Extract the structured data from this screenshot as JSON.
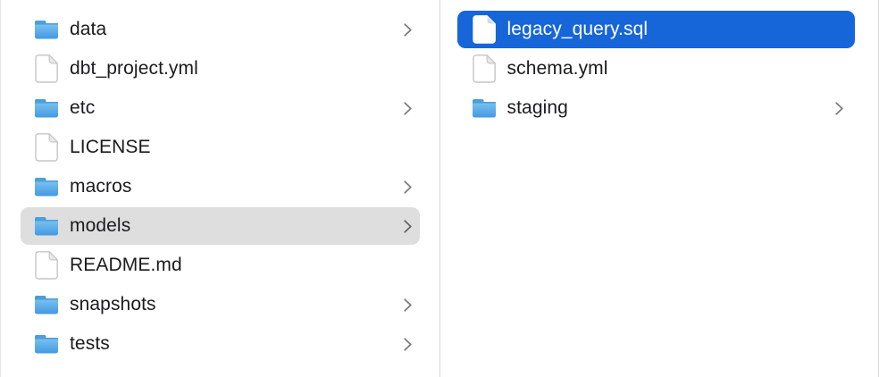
{
  "app": {
    "name": "file-browser-column-view"
  },
  "columns": [
    {
      "name": "models-parent",
      "items": [
        {
          "label": "data",
          "type": "folder",
          "has_chevron": true,
          "selected": false
        },
        {
          "label": "dbt_project.yml",
          "type": "file",
          "has_chevron": false,
          "selected": false
        },
        {
          "label": "etc",
          "type": "folder",
          "has_chevron": true,
          "selected": false
        },
        {
          "label": "LICENSE",
          "type": "file",
          "has_chevron": false,
          "selected": false
        },
        {
          "label": "macros",
          "type": "folder",
          "has_chevron": true,
          "selected": false
        },
        {
          "label": "models",
          "type": "folder",
          "has_chevron": true,
          "selected": true,
          "selection_style": "inactive"
        },
        {
          "label": "README.md",
          "type": "file",
          "has_chevron": false,
          "selected": false
        },
        {
          "label": "snapshots",
          "type": "folder",
          "has_chevron": true,
          "selected": false
        },
        {
          "label": "tests",
          "type": "folder",
          "has_chevron": true,
          "selected": false
        }
      ]
    },
    {
      "name": "models-contents",
      "items": [
        {
          "label": "legacy_query.sql",
          "type": "file",
          "has_chevron": false,
          "selected": true,
          "selection_style": "active"
        },
        {
          "label": "schema.yml",
          "type": "file",
          "has_chevron": false,
          "selected": false
        },
        {
          "label": "staging",
          "type": "folder",
          "has_chevron": true,
          "selected": false
        }
      ]
    }
  ],
  "colors": {
    "background": "#ffffff",
    "selection_active_bg": "#1666d9",
    "selection_active_text": "#ffffff",
    "selection_inactive_bg": "#dedede",
    "row_text": "#1b1b1d",
    "chevron": "#7a7a7e",
    "divider": "#d8d8d8",
    "folder_blue_top": "#7cc4f1",
    "folder_blue_bottom": "#4299e1"
  }
}
